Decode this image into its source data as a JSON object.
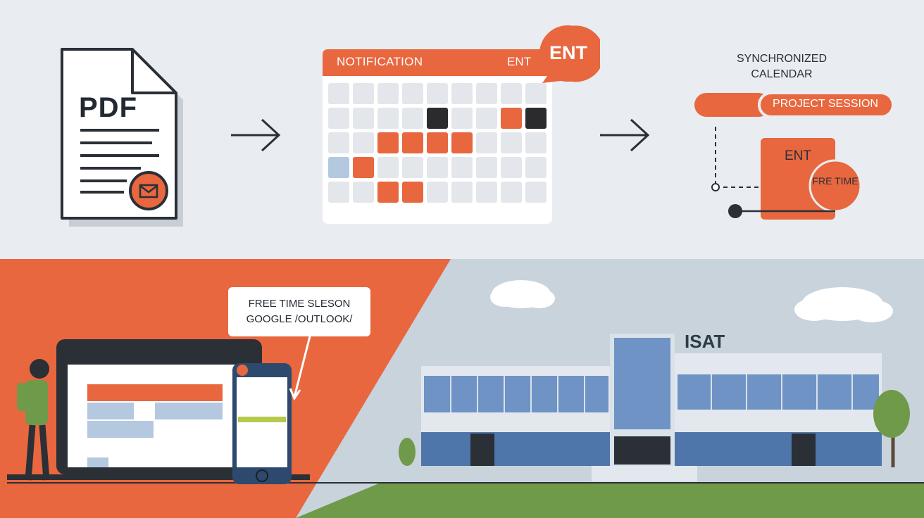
{
  "document": {
    "label": "PDF",
    "mail_icon": "envelope-icon"
  },
  "arrows": {
    "icon": "arrow-right-icon"
  },
  "calendar": {
    "header_title": "NOTIFICATION",
    "header_badge": "ENT",
    "bubble_label": "ENT",
    "accent_color": "#e8673f",
    "dark_color": "#2b2b2e",
    "cell_color": "#e3e6ea"
  },
  "sync": {
    "title": "SYNCHRONIZED CALENDAR",
    "project_label": "PROJECT SESSION",
    "event_label": "ENT",
    "free_time_label": "FRE TIME"
  },
  "callout": {
    "text": "FREE TIME SLESON GOOGLE /OUTLOOK/"
  },
  "building": {
    "sign": "ISAT"
  },
  "colors": {
    "orange": "#e8673f",
    "navy": "#2d4a6e",
    "green": "#6f9a4a",
    "sky": "#c9d3dc"
  }
}
